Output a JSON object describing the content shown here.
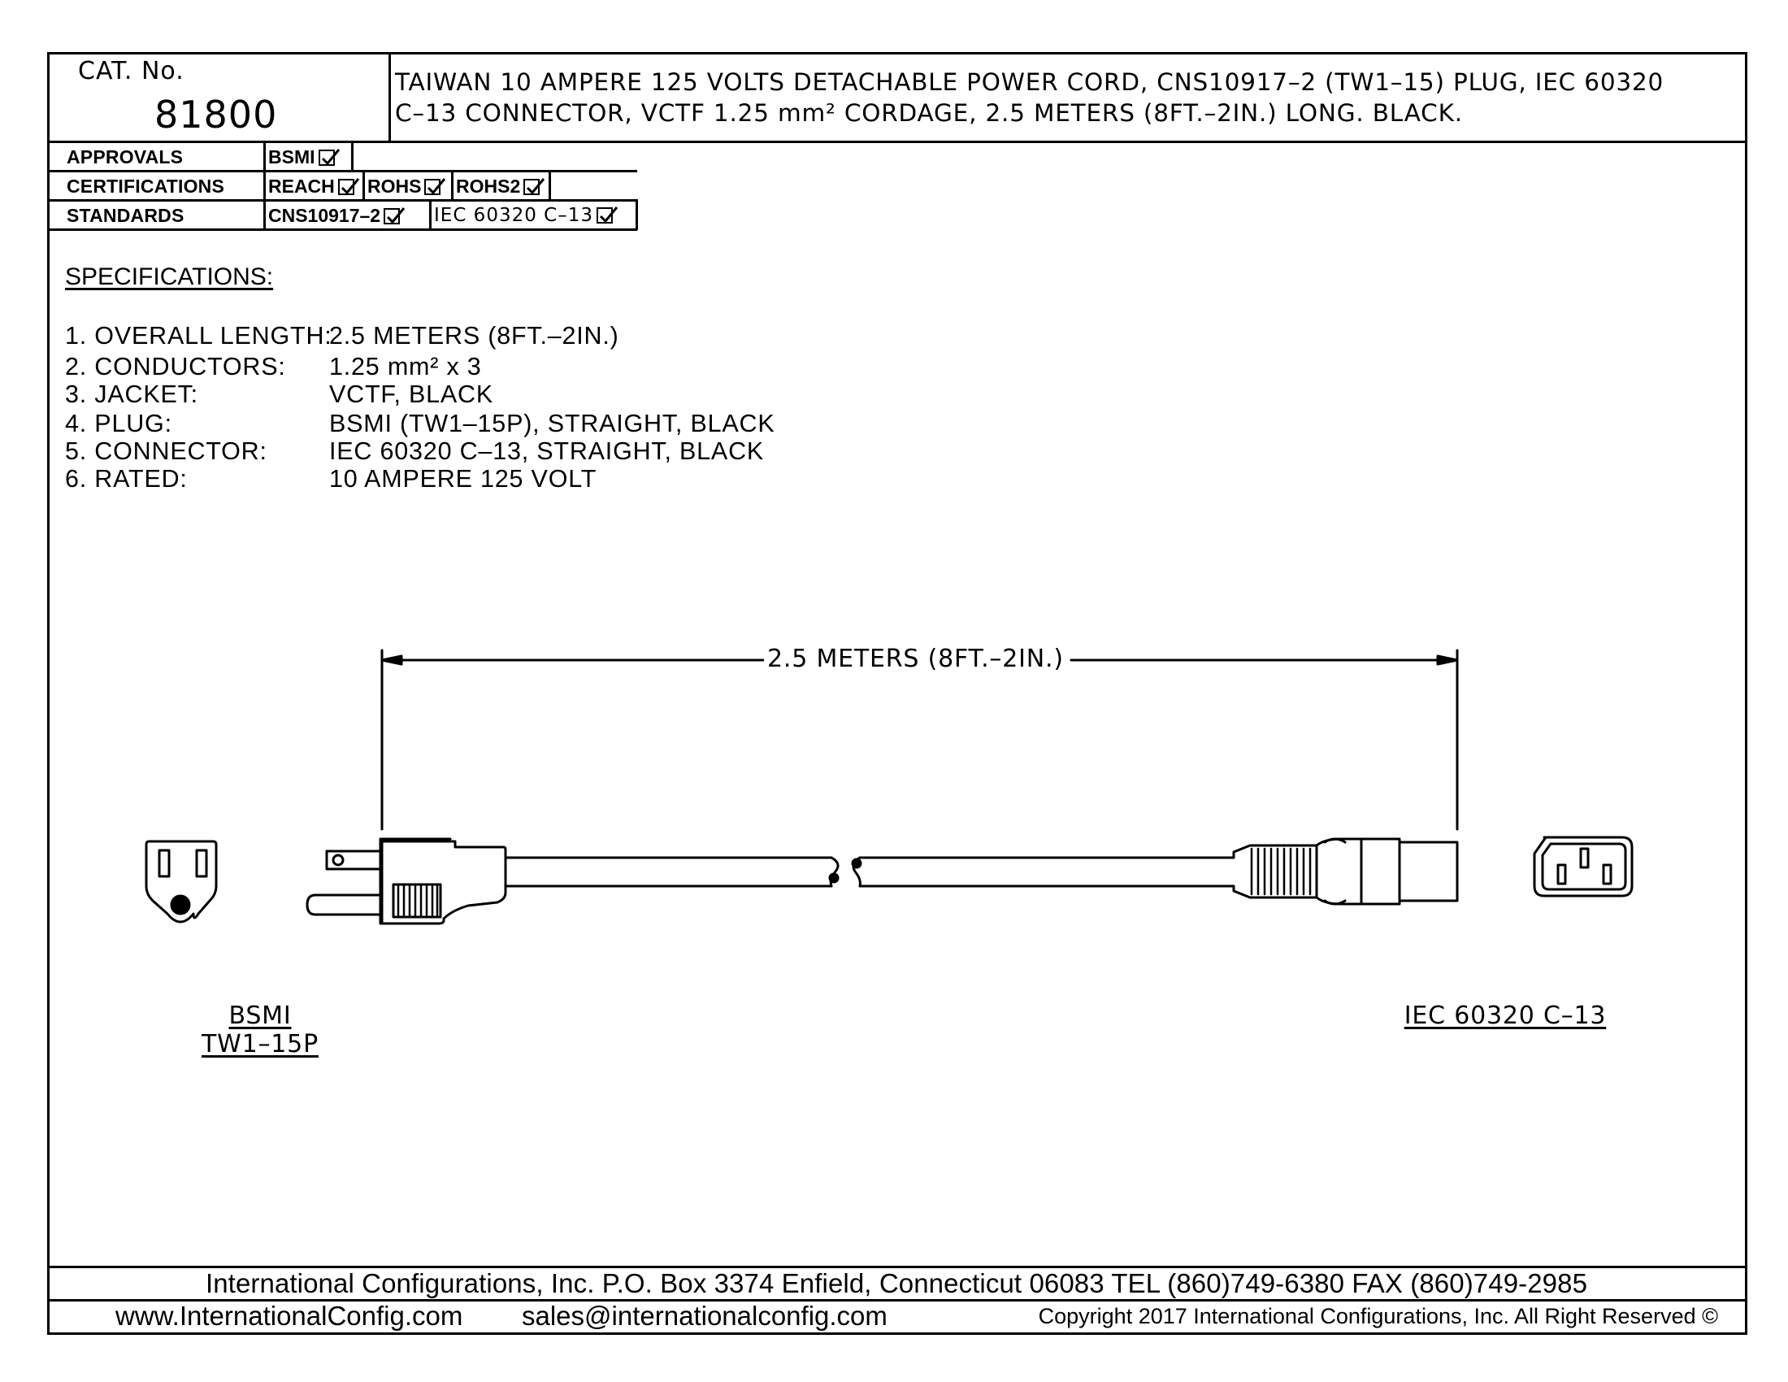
{
  "catalog": {
    "label": "CAT. No.",
    "number": "81800",
    "description_line1": "TAIWAN 10 AMPERE 125 VOLTS DETACHABLE POWER CORD, CNS10917–2 (TW1–15) PLUG, IEC 60320",
    "description_line2": "C–13 CONNECTOR, VCTF 1.25 mm² CORDAGE, 2.5 METERS (8FT.–2IN.) LONG. BLACK."
  },
  "grid": {
    "approvals_label": "APPROVALS",
    "approvals": [
      "BSMI"
    ],
    "certifications_label": "CERTIFICATIONS",
    "certifications": [
      "REACH",
      "ROHS",
      "ROHS2"
    ],
    "standards_label": "STANDARDS",
    "standards": [
      "CNS10917–2",
      "IEC 60320 C–13"
    ]
  },
  "specs": {
    "title": "SPECIFICATIONS:",
    "items": [
      {
        "key": "1. OVERALL LENGTH:",
        "value": "2.5 METERS (8FT.–2IN.)"
      },
      {
        "key": "2. CONDUCTORS:",
        "value": "1.25 mm² x 3"
      },
      {
        "key": "3. JACKET:",
        "value": "VCTF, BLACK"
      },
      {
        "key": "4. PLUG:",
        "value": "BSMI (TW1–15P), STRAIGHT, BLACK"
      },
      {
        "key": "5. CONNECTOR:",
        "value": "IEC 60320 C–13, STRAIGHT, BLACK"
      },
      {
        "key": "6. RATED:",
        "value": "10 AMPERE 125 VOLT"
      }
    ]
  },
  "drawing": {
    "dimension": "2.5 METERS (8FT.–2IN.)",
    "plug_label_line1": "BSMI",
    "plug_label_line2": "TW1–15P",
    "connector_label": "IEC 60320 C–13"
  },
  "footer": {
    "line1": "International Configurations, Inc.   P.O. Box 3374   Enfield, Connecticut 06083   TEL (860)749-6380   FAX (860)749-2985",
    "website": "www.InternationalConfig.com",
    "email": "sales@internationalconfig.com",
    "copyright": "Copyright 2017 International Configurations, Inc. All Right Reserved ©"
  }
}
